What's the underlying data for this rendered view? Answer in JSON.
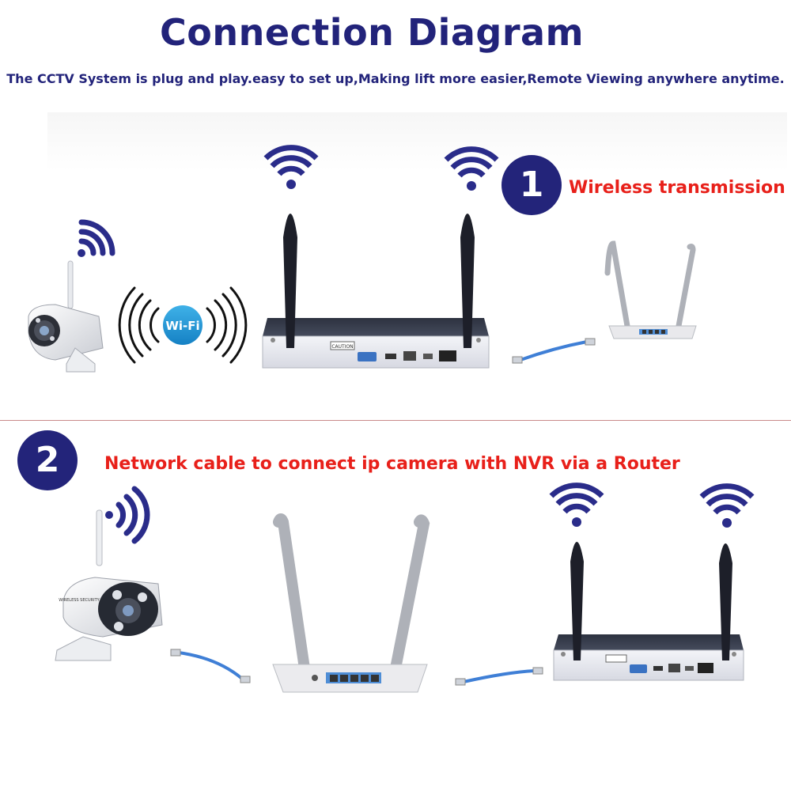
{
  "title": "Connection Diagram",
  "subtitle": "The CCTV System is plug and play.easy to set up,Making lift more easier,Remote Viewing anywhere anytime.",
  "wifi_badge_text": "Wi-Fi",
  "nvr_caution_label": "CAUTION",
  "camera_brand_text": "WIRELESS SECURITY",
  "steps": [
    {
      "number": "1",
      "label": "Wireless transmission"
    },
    {
      "number": "2",
      "label": "Network cable to connect ip camera with NVR via a Router"
    }
  ],
  "colors": {
    "title": "#22237a",
    "badge": "#23247a",
    "step_label": "#e8201a",
    "cable": "#3f7fd6",
    "antenna": "#1d1f29",
    "router": "#e9e9ec",
    "wifi_signal": "#2a2c8a"
  }
}
